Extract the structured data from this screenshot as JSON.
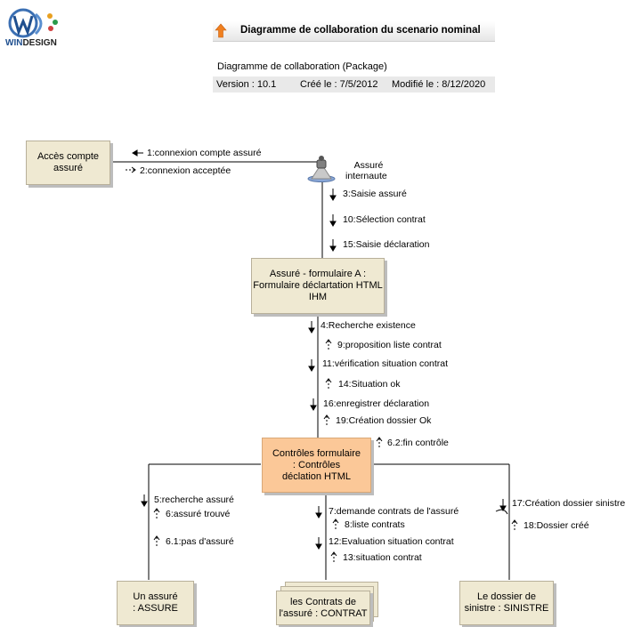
{
  "logo": {
    "brand_a": "WIN",
    "brand_b": "DESIGN"
  },
  "header": {
    "title": "Diagramme de collaboration du scenario nominal",
    "subtitle": "Diagramme de collaboration (Package)",
    "version": "Version : 10.1",
    "created": "Créé le : 7/5/2012",
    "modified": "Modifié le : 8/12/2020"
  },
  "actor": {
    "name_line1": "Assuré",
    "name_line2": "internaute"
  },
  "boxes": {
    "acces": [
      "Accès compte",
      "assuré"
    ],
    "formulaire": [
      "Assuré - formulaire A :",
      "Formulaire déclartation HTML",
      "IHM"
    ],
    "controles": [
      "Contrôles formulaire",
      ": Contrôles",
      "déclation HTML"
    ],
    "assure": [
      "Un assuré",
      ": ASSURE"
    ],
    "contrats": [
      "les Contrats de",
      "l'assuré : CONTRAT"
    ],
    "dossier": [
      "Le dossier de",
      "sinistre : SINISTRE"
    ]
  },
  "messages": {
    "m1": "1:connexion compte assuré",
    "m2": "2:connexion acceptée",
    "m3": "3:Saisie assuré",
    "m10": "10:Sélection contrat",
    "m15": "15:Saisie déclaration",
    "m4": "4:Recherche existence",
    "m9": "9:proposition liste contrat",
    "m11": "11:vérification situation contrat",
    "m14": "14:Situation ok",
    "m16": "16:enregistrer déclaration",
    "m19": "19:Création dossier Ok",
    "m62": "6.2:fin contrôle",
    "m5": "5:recherche assuré",
    "m6": "6:assuré trouvé",
    "m61": "6.1:pas d'assuré",
    "m7": "7:demande  contrats de l'assuré",
    "m8": "8:liste contrats",
    "m12": "12:Evaluation situation contrat",
    "m13": "13:situation contrat",
    "m17": "17:Création dossier sinistre",
    "m18": "18:Dossier créé"
  },
  "colors": {
    "box": "#efe9d2",
    "box_active": "#fbc898",
    "brand": "#1f4f8f",
    "header_arrow": "#f08020"
  }
}
